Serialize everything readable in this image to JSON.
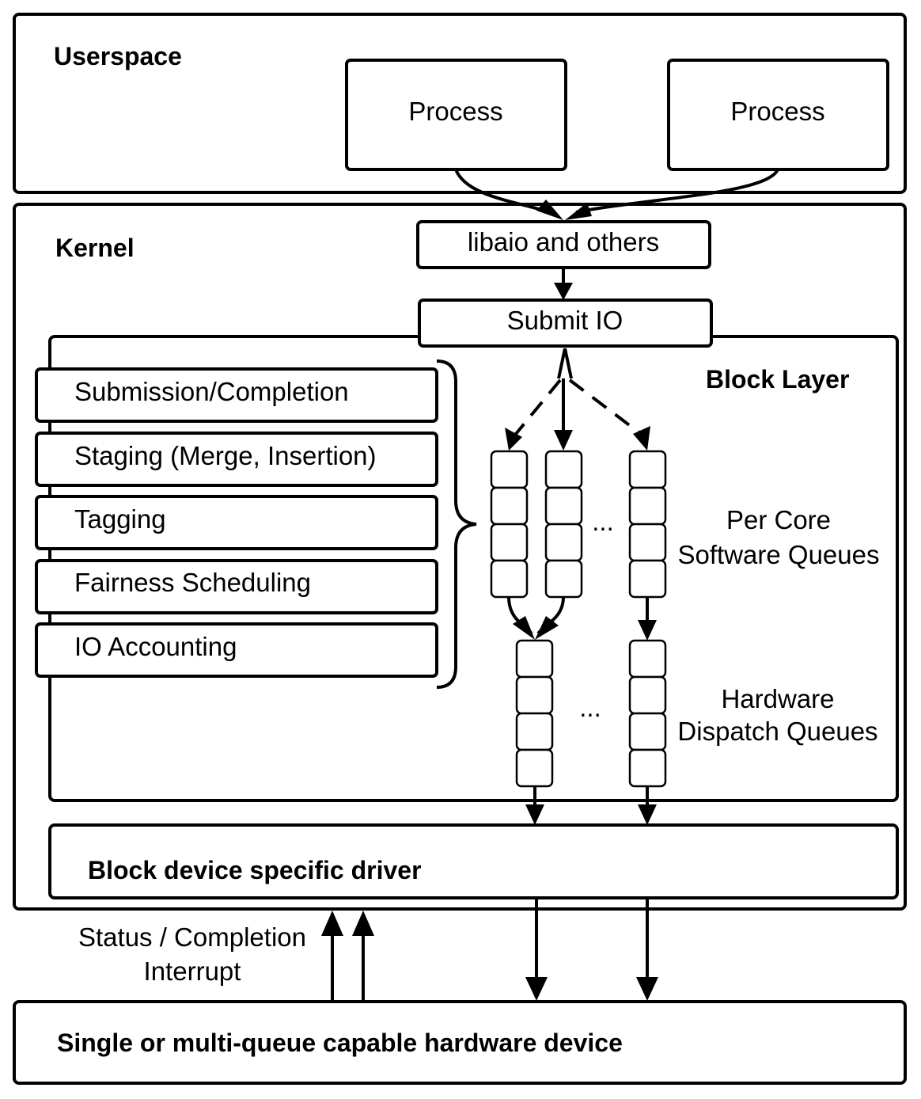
{
  "userspace": {
    "title": "Userspace",
    "processes": [
      "Process",
      "Process"
    ]
  },
  "kernel": {
    "title": "Kernel",
    "libaio_label": "libaio and others",
    "submit_label": "Submit IO",
    "block_layer": {
      "title": "Block Layer",
      "functions": [
        "Submission/Completion",
        "Staging (Merge, Insertion)",
        "Tagging",
        "Fairness Scheduling",
        "IO Accounting"
      ],
      "software_queues": {
        "label_line1": "Per Core",
        "label_line2": "Software Queues",
        "ellipsis": "..."
      },
      "hardware_queues": {
        "label_line1": "Hardware",
        "label_line2": "Dispatch Queues",
        "ellipsis": "..."
      }
    },
    "driver_label": "Block device specific driver"
  },
  "interrupt": {
    "line1": "Status / Completion",
    "line2": "Interrupt"
  },
  "hardware_device": {
    "label": "Single or multi-queue capable hardware device"
  }
}
